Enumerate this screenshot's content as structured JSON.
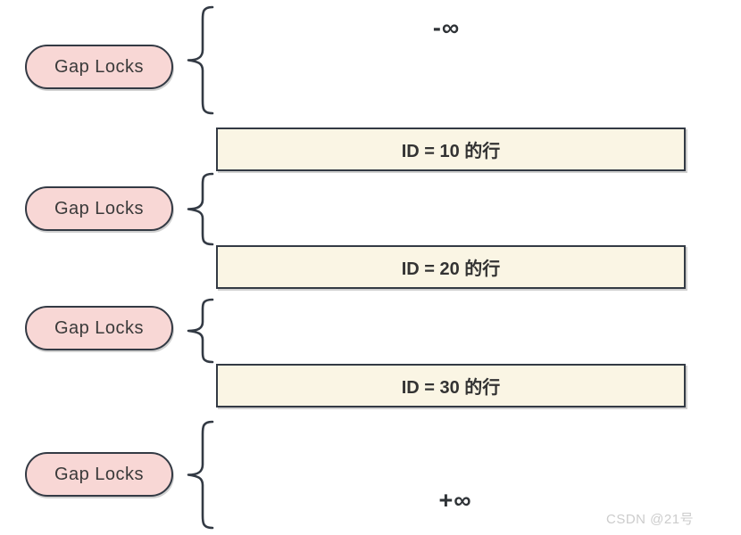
{
  "diagram": {
    "title_semantic": "gap-locks-diagram",
    "infinity_top": "-∞",
    "infinity_bottom": "+∞",
    "gap_locks": [
      {
        "label": "Gap Locks"
      },
      {
        "label": "Gap Locks"
      },
      {
        "label": "Gap Locks"
      },
      {
        "label": "Gap Locks"
      }
    ],
    "rows": [
      {
        "label": "ID = 10 的行"
      },
      {
        "label": "ID = 20 的行"
      },
      {
        "label": "ID = 30 的行"
      }
    ],
    "watermark": "CSDN @21号",
    "colors": {
      "pill_fill": "#f8d7d5",
      "row_fill": "#faf5e4",
      "stroke": "#333a44",
      "watermark": "#cccccc"
    }
  }
}
